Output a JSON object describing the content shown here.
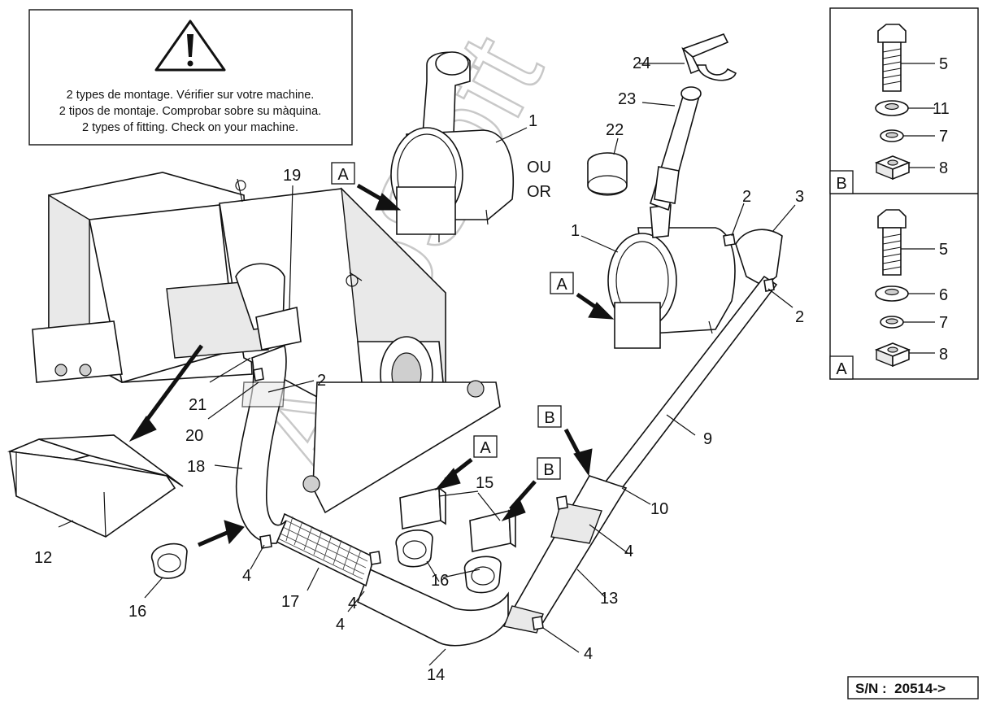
{
  "warning": {
    "icon": "warning-triangle-icon",
    "lines": [
      "2 types de montage. Vérifier sur votre machine.",
      "2 tipos de montaje. Comprobar sobre su màquina.",
      "2 types of fitting. Check on your machine."
    ]
  },
  "alt_text": [
    "OU",
    "OR"
  ],
  "watermark": "AutoSoft",
  "view_markers": [
    "A",
    "A",
    "A",
    "B",
    "B"
  ],
  "callouts": [
    "1",
    "1",
    "2",
    "2",
    "2",
    "3",
    "4",
    "4",
    "4",
    "4",
    "4",
    "9",
    "10",
    "12",
    "13",
    "14",
    "15",
    "16",
    "16",
    "17",
    "18",
    "19",
    "20",
    "21",
    "22",
    "23",
    "24"
  ],
  "detail_b": {
    "marker": "B",
    "items": [
      "5",
      "11",
      "7",
      "8"
    ]
  },
  "detail_a": {
    "marker": "A",
    "items": [
      "5",
      "6",
      "7",
      "8"
    ]
  },
  "serial": "S/N :  20514->"
}
